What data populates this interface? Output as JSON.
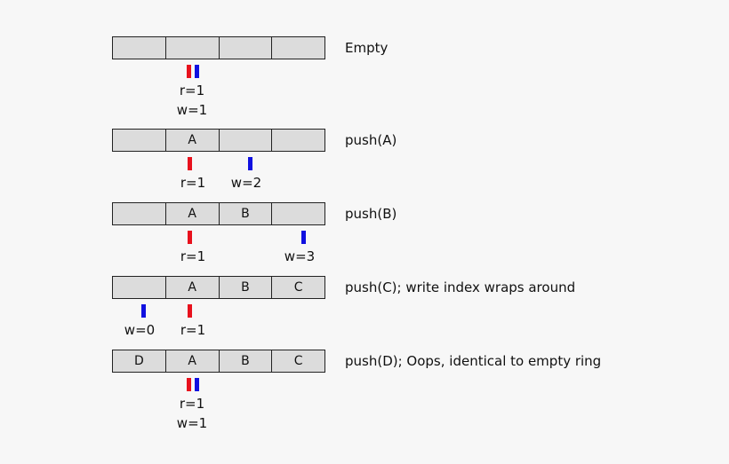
{
  "colors": {
    "background": "#f7f7f7",
    "cell_fill": "#dcdcdc",
    "cell_border": "#222222",
    "read_pointer": "#e8111d",
    "write_pointer": "#1010e0"
  },
  "rows": [
    {
      "cells": [
        "",
        "",
        "",
        ""
      ],
      "caption": "Empty",
      "read_label": "r=1",
      "write_label": "w=1"
    },
    {
      "cells": [
        "",
        "A",
        "",
        ""
      ],
      "caption": "push(A)",
      "read_label": "r=1",
      "write_label": "w=2"
    },
    {
      "cells": [
        "",
        "A",
        "B",
        ""
      ],
      "caption": "push(B)",
      "read_label": "r=1",
      "write_label": "w=3"
    },
    {
      "cells": [
        "",
        "A",
        "B",
        "C"
      ],
      "caption": "push(C); write index wraps around",
      "read_label": "r=1",
      "write_label": "w=0"
    },
    {
      "cells": [
        "D",
        "A",
        "B",
        "C"
      ],
      "caption": "push(D); Oops, identical to empty ring",
      "read_label": "r=1",
      "write_label": "w=1"
    }
  ]
}
